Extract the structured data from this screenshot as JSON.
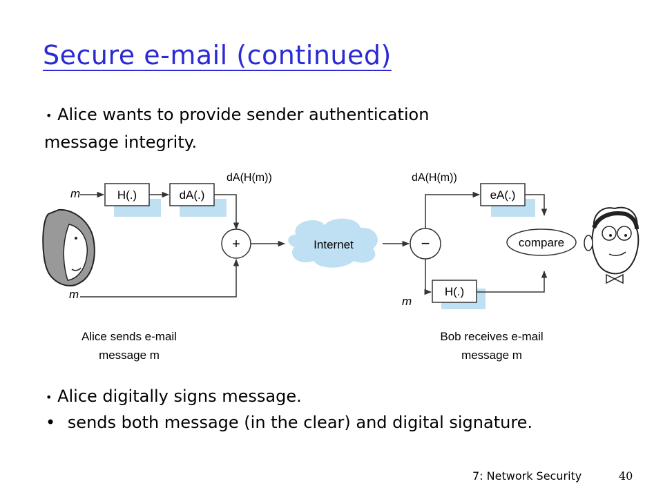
{
  "slide": {
    "title": "Secure e-mail (continued)",
    "intro_bullet": "•",
    "intro_line1": "Alice wants to provide sender authentication",
    "intro_line2": "message integrity.",
    "bullets": [
      {
        "marker": "•",
        "text": "Alice digitally signs message."
      },
      {
        "marker": "•",
        "text": "sends both message (in the clear) and digital signature."
      }
    ],
    "footer_label": "7: Network Security",
    "page_number": "40"
  },
  "diagram": {
    "sender": {
      "input_label": "m",
      "hash_label": "H(.)",
      "sign_label": "dA(.)",
      "signature_label": "dA(H(m))",
      "plus_symbol": "+",
      "bottom_label": "m",
      "caption_line1": "Alice sends e-mail",
      "caption_line2": "message m"
    },
    "internet_label": "Internet",
    "receiver": {
      "minus_symbol": "−",
      "signature_label": "dA(H(m))",
      "verify_label": "eA(.)",
      "compare_label": "compare",
      "hash_label": "H(.)",
      "bottom_label": "m",
      "caption_line1": "Bob receives e-mail",
      "caption_line2": "message m"
    }
  }
}
